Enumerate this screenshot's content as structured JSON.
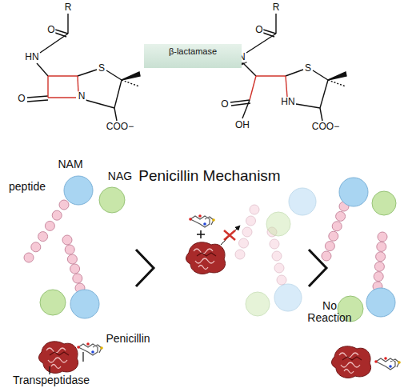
{
  "diagram": {
    "title": "Penicillin Mechanism",
    "nodes": [
      {
        "text": [
          "β-lactamase"
        ]
      }
    ],
    "labels": [
      "R",
      "O",
      "HN",
      "S",
      "O",
      "N",
      "COO−",
      "R",
      "O",
      "HN",
      "S",
      "O",
      "OH",
      "HN",
      "COO−",
      "NAM",
      "NAG",
      "peptide",
      "Penicillin",
      "Transpeptidase",
      "No Reaction"
    ]
  }
}
